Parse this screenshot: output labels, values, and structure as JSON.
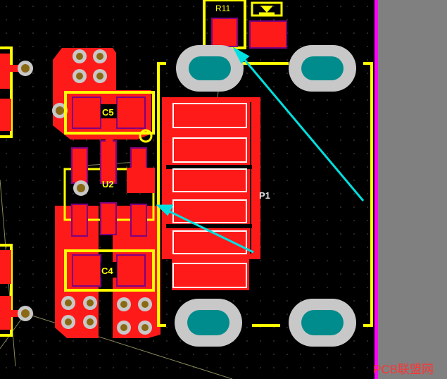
{
  "designators": {
    "r11": "R11",
    "c5": "C5",
    "u2": "U2",
    "c4": "C4",
    "p1": "P1"
  },
  "watermark": "PCB联盟网",
  "colors": {
    "background": "#000000",
    "top_copper": "#ff1a1a",
    "silkscreen": "#ffff00",
    "pad_ring": "#c8c8c8",
    "slot_hole": "#008c8c",
    "via_hole": "#8b6914",
    "solder_mask_outline": "#800080",
    "board_edge": "#ff00ff",
    "board_body": "#808080",
    "annotation_arrow": "#00e0e0",
    "watermark": "#ff3333"
  }
}
